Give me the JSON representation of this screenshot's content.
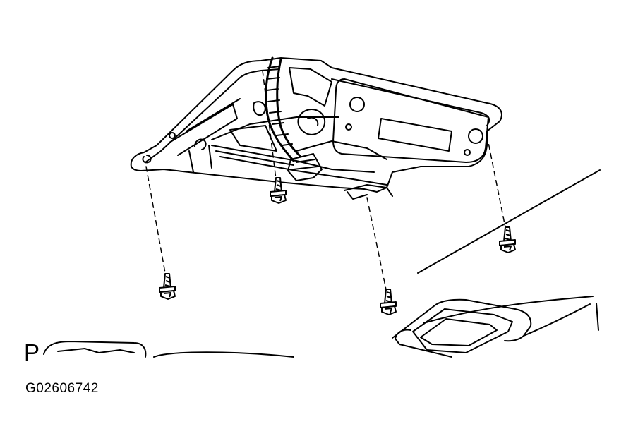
{
  "labels": {
    "view_marker": "P",
    "figure_code": "G02606742"
  },
  "colors": {
    "ink": "#000000",
    "paper": "#ffffff"
  },
  "fasteners": {
    "bolt_count": 4
  }
}
